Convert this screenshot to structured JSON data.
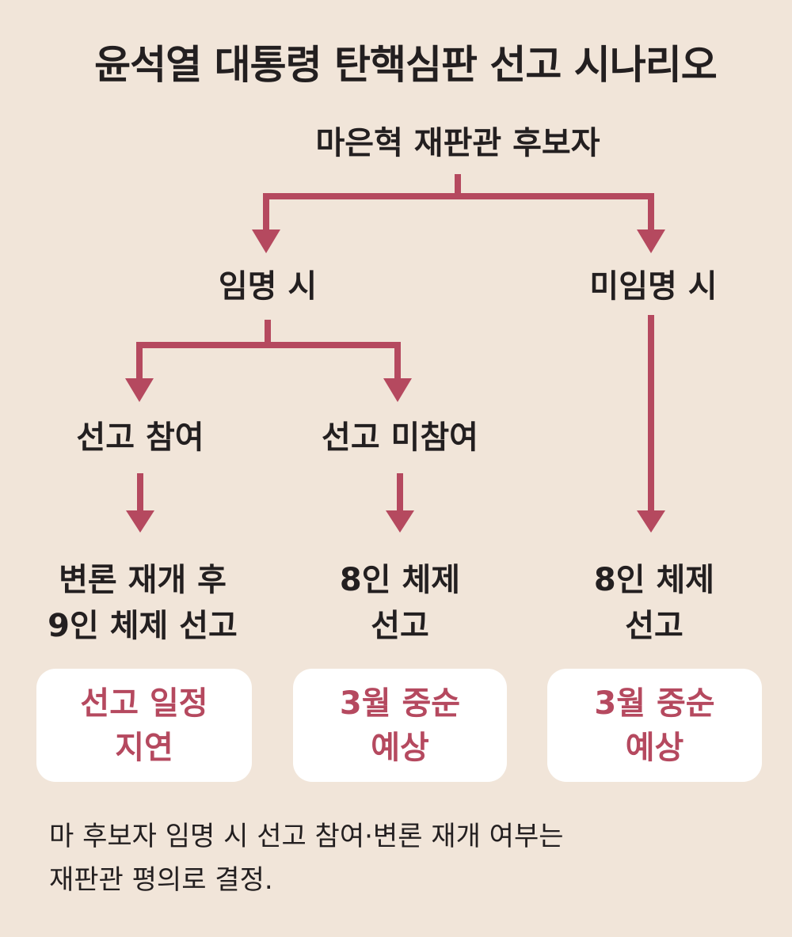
{
  "title": "윤석열 대통령 탄핵심판 선고 시나리오",
  "root": "마은혁 재판관 후보자",
  "branches": {
    "appointed": "임명 시",
    "not_appointed": "미임명 시",
    "participate": "선고 참여",
    "not_participate": "선고 미참여"
  },
  "outcomes": [
    {
      "line1": "변론 재개 후",
      "line2": "9인 체제 선고",
      "box1": "선고 일정",
      "box2": "지연"
    },
    {
      "line1": "8인 체제",
      "line2": "선고",
      "box1": "3월 중순",
      "box2": "예상"
    },
    {
      "line1": "8인 체제",
      "line2": "선고",
      "box1": "3월 중순",
      "box2": "예상"
    }
  ],
  "footer": {
    "line1": "마 후보자 임명 시 선고 참여·변론 재개 여부는",
    "line2": "재판관 평의로 결정."
  },
  "colors": {
    "background": "#f1e5d9",
    "accent": "#b5495f",
    "text": "#231f20"
  }
}
